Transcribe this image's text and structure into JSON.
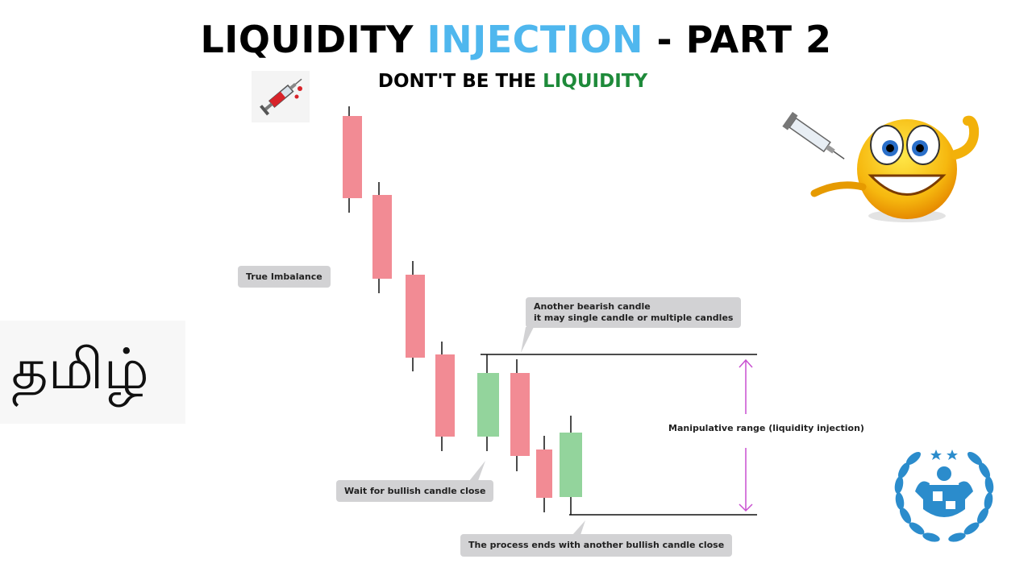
{
  "title": {
    "part1": "LIQUIDITY ",
    "accent": "INJECTION",
    "part2": " - PART 2"
  },
  "subtitle": {
    "part1": "DONT'T BE THE ",
    "accent": "LIQUIDITY"
  },
  "tamil_text": "தமிழ்",
  "callouts": {
    "true_imbalance": "True Imbalance",
    "another_bearish_line1": "Another bearish candle",
    "another_bearish_line2": "it may single candle or multiple candles",
    "wait_bullish": "Wait for bullish candle close",
    "process_ends": "The process ends with another bullish candle close",
    "manipulative_range": "Manipulative range (liquidity injection)"
  },
  "colors": {
    "title_accent": "#4fb7ee",
    "subtitle_accent": "#1e8a3a",
    "bearish": "#f28b94",
    "bullish": "#93d49c",
    "range_arrow": "#c84fd0"
  },
  "candles": [
    "bearish",
    "bearish",
    "bearish",
    "bearish",
    "bullish",
    "bearish",
    "bearish",
    "bullish"
  ],
  "icons": [
    "syringe-icon",
    "smiley-syringe-icon",
    "laurel-emblem-icon"
  ]
}
